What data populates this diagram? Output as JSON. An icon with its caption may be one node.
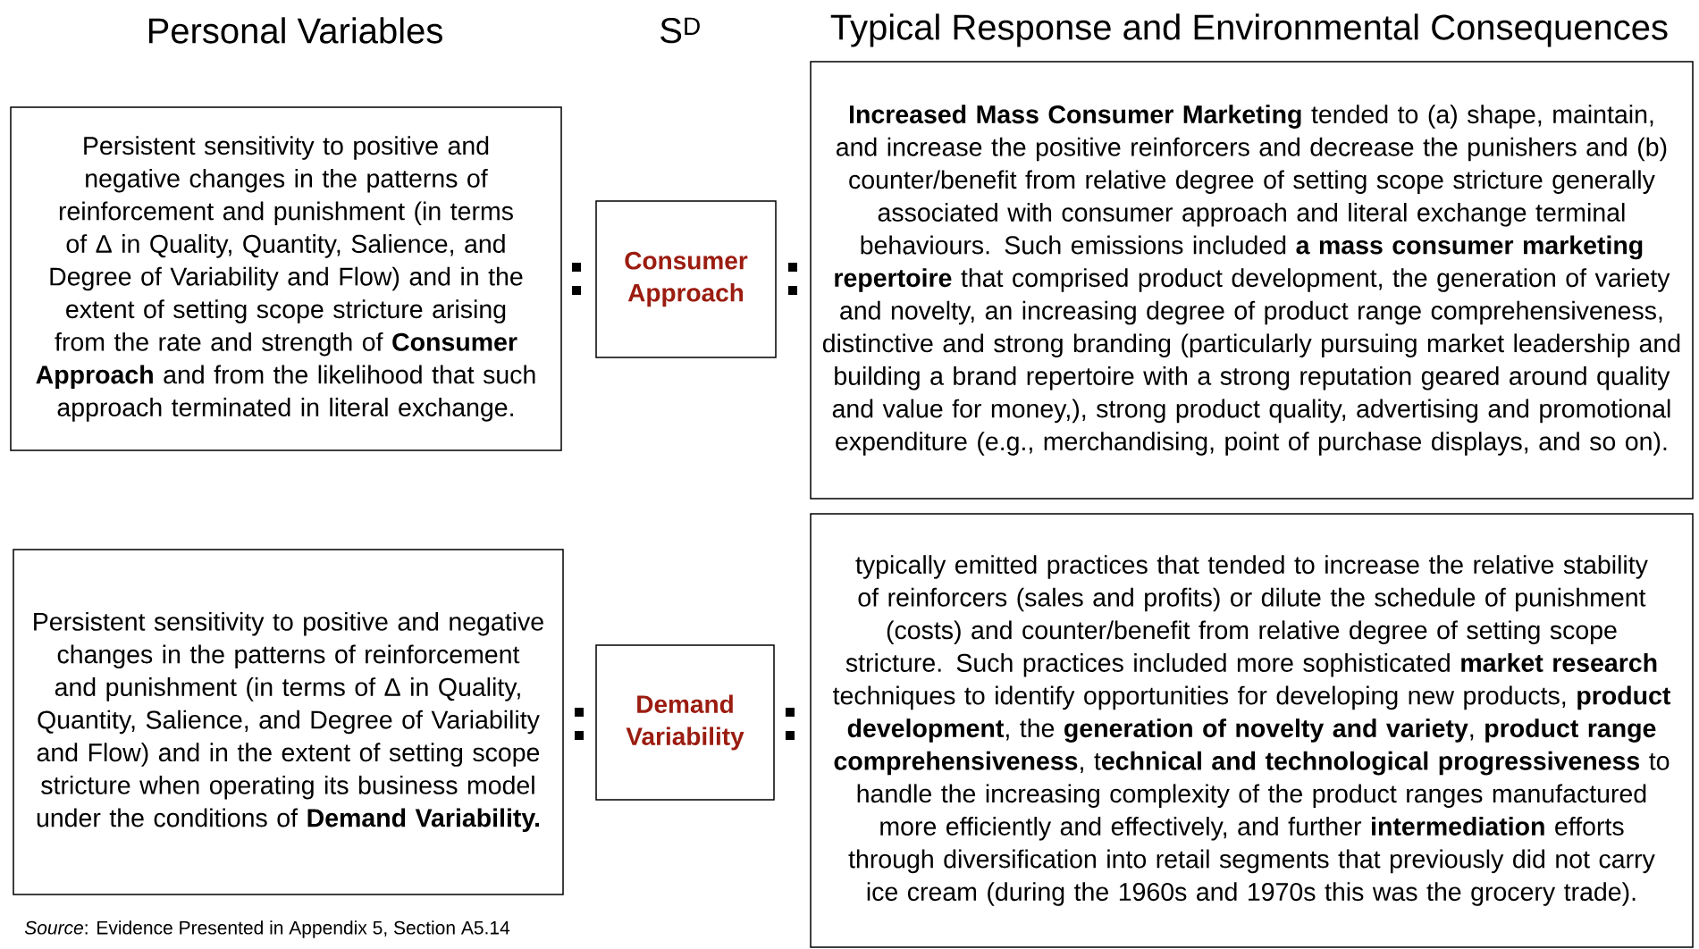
{
  "diagram": {
    "nodes": [
      {
        "text": [
          "Persistent sensitivity to positive and negative changes in the patterns of reinforcement and punishment (in terms of Δ in Quality, Quantity, Salience, and Degree of Variability and Flow) and in the extent of setting scope stricture arising from the rate and strength of **Consumer Approach** and from the likelihood that such approach terminated in literal exchange."
        ]
      },
      {
        "text": [
          "Consumer Approach"
        ]
      },
      {
        "text": [
          "**Increased Mass Consumer Marketing** tended to (a) shape, maintain, and increase the positive reinforcers and decrease the punishers and (b) counter/benefit from relative degree of setting scope stricture generally associated with consumer approach and literal exchange terminal behaviours.  Such emissions included **a mass consumer marketing repertoire** that comprised product development, the generation of variety and novelty, an increasing degree of product range comprehensiveness, distinctive and strong branding (particularly pursuing market leadership and building a brand repertoire with a strong reputation geared around quality and value for money,), strong product quality, advertising and promotional expenditure (e.g., merchandising, point of purchase displays, and so on)."
        ]
      },
      {
        "text": [
          "Persistent sensitivity to positive and negative changes in the patterns of reinforcement and punishment (in terms of Δ in Quality, Quantity, Salience, and Degree of Variability and Flow) and in the extent of setting scope stricture when operating its business model under the conditions of **Demand Variability.**"
        ]
      },
      {
        "text": [
          "Demand Variability"
        ]
      },
      {
        "text": [
          "typically emitted practices that tended to increase the relative stability of reinforcers (sales and profits) or dilute the schedule of punishment (costs) and counter/benefit from relative degree of setting scope stricture.  Such practices included more sophisticated **market research** techniques to identify opportunities for developing new products, **product development**, the **generation of novelty and variety**, **product range comprehensiveness**, t**echnical and technological progressiveness** to handle the increasing complexity of the product ranges manufactured more efficiently and effectively, and further **intermediation** efforts through diversification into retail segments that previously did not carry ice cream (during the 1960s and 1970s this was the grocery trade)."
        ]
      }
    ],
    "labels": [
      "Personal Variables",
      "S$^{D}$",
      "Typical Response and Environmental Consequences",
      "*Source*: Evidence Presented in Appendix 5, Section A5.14"
    ]
  }
}
